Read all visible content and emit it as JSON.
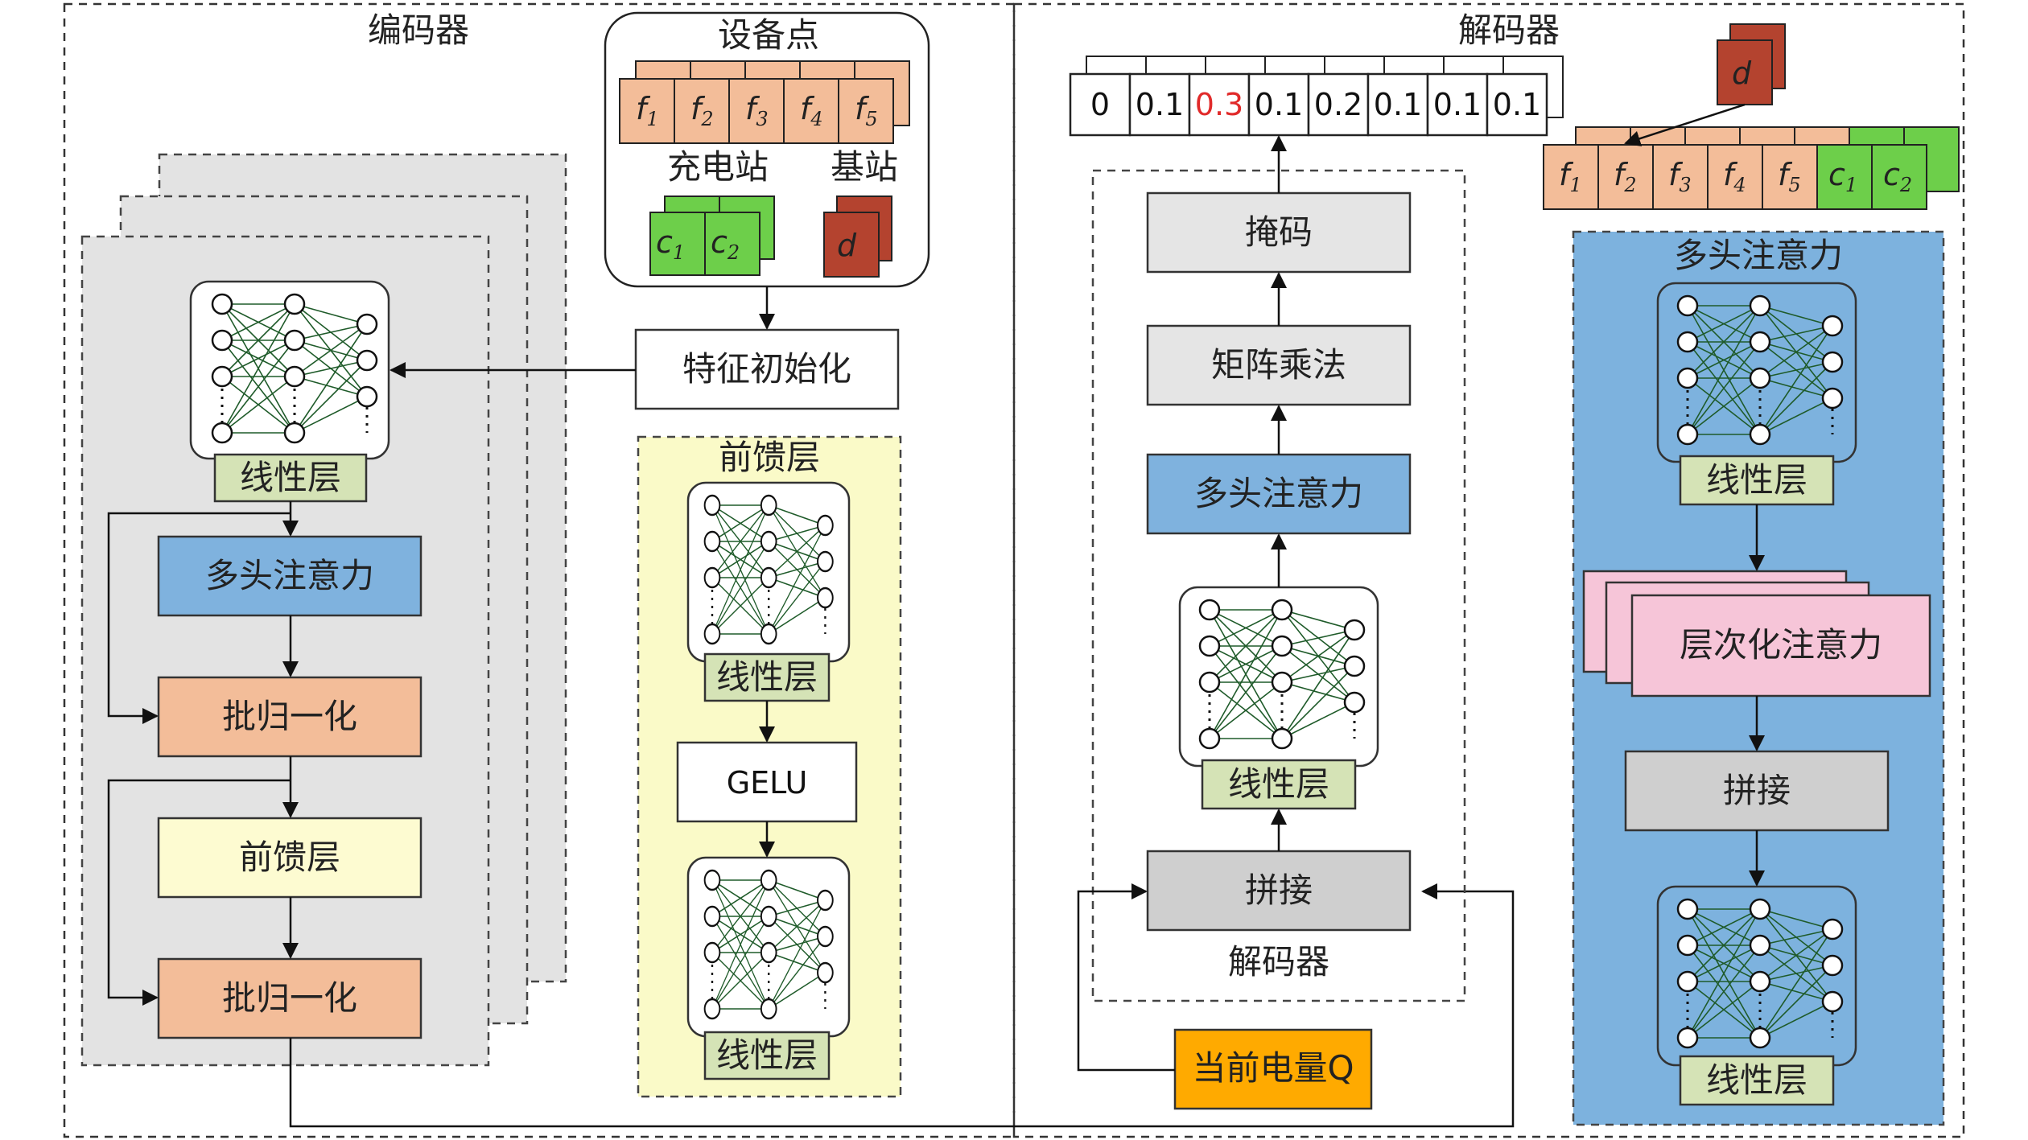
{
  "encoder": {
    "title": "编码器",
    "device_points": {
      "title": "设备点",
      "features": [
        "f1",
        "f2",
        "f3",
        "f4",
        "f5"
      ]
    },
    "charging_station_label": "充电站",
    "base_station_label": "基站",
    "charging_nodes": [
      "c1",
      "c2"
    ],
    "depot_node": "d",
    "feature_init": "特征初始化",
    "linear_layer": "线性层",
    "mha": "多头注意力",
    "batchnorm1": "批归一化",
    "feedforward": "前馈层",
    "batchnorm2": "批归一化",
    "ff_detail": {
      "title": "前馈层",
      "linear1": "线性层",
      "activation": "GELU",
      "linear2": "线性层"
    }
  },
  "decoder": {
    "title": "解码器",
    "probabilities": [
      "0",
      "0.1",
      "0.3",
      "0.1",
      "0.2",
      "0.1",
      "0.1",
      "0.1"
    ],
    "highlight_index": 2,
    "mask": "掩码",
    "matmul": "矩阵乘法",
    "mha": "多头注意力",
    "linear_layer": "线性层",
    "concat": "拼接",
    "inner_label": "解码器",
    "current_charge": "当前电量Q",
    "node_row": [
      "f1",
      "f2",
      "f3",
      "f4",
      "f5",
      "c1",
      "c2"
    ],
    "depot_node": "d",
    "right_panel": {
      "mha_title": "多头注意力",
      "linear1": "线性层",
      "hier_attention": "层次化注意力",
      "concat": "拼接",
      "linear2": "线性层"
    }
  },
  "colors": {
    "orange": "#f3bd99",
    "green": "#6dcf4a",
    "red": "#b4432f",
    "blue": "#7fb2de",
    "light_yellow": "#fdfbd1",
    "yellow_panel": "#fafac8",
    "grey_panel": "#e3e3e3",
    "box_grey": "#e5e5e5",
    "linear_green": "#d5e3b6",
    "pink": "#f6c5d8",
    "current_q": "#ffaa00",
    "decoder_blue_panel": "#7db2de",
    "highlight_red": "#e12a2a"
  }
}
